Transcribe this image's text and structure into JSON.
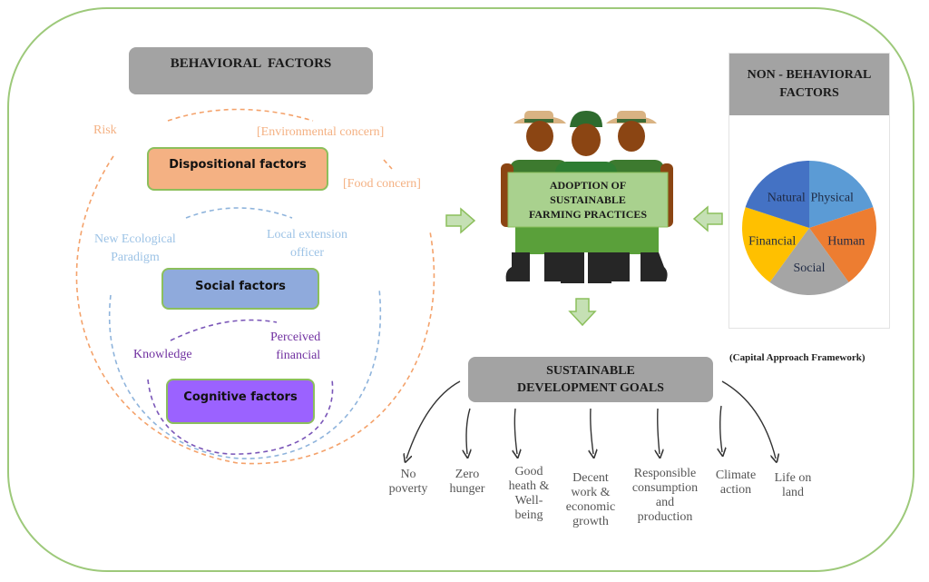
{
  "behavioral": {
    "title": "BEHAVIORAL  FACTORS",
    "dispositional": {
      "label": "Dispositional factors",
      "color": "#f4b183",
      "items": [
        "Risk",
        "[Environmental concern]",
        "[Food concern]"
      ],
      "item_color": "#f4b183"
    },
    "social": {
      "label": "Social factors",
      "color": "#8faadc",
      "items": [
        "New Ecological\nParadigm",
        "Local extension\nofficer"
      ],
      "item_color": "#9dc3e6"
    },
    "cognitive": {
      "label": "Cognitive factors",
      "color": "#9b62ff",
      "items": [
        "Knowledge",
        "Perceived\nfinancial"
      ],
      "item_color": "#7030a0"
    }
  },
  "center": {
    "label_line1": "ADOPTION OF",
    "label_line2": "SUSTAINABLE",
    "label_line3": "FARMING PRACTICES",
    "sign_color": "#a9d18e"
  },
  "non_behavioral": {
    "title_line1": "NON - BEHAVIORAL",
    "title_line2": "FACTORS",
    "caption": "(Capital Approach Framework)"
  },
  "chart_data": {
    "type": "pie",
    "title": "NON - BEHAVIORAL FACTORS",
    "categories": [
      "Physical",
      "Human",
      "Social",
      "Financial",
      "Natural"
    ],
    "values": [
      20,
      20,
      20,
      20,
      20
    ],
    "colors": [
      "#5b9bd5",
      "#ed7d31",
      "#a5a5a5",
      "#ffc000",
      "#4472c4"
    ],
    "legend": "none",
    "data_labels": "inside"
  },
  "sdg": {
    "title_line1": "SUSTAINABLE",
    "title_line2": "DEVELOPMENT GOALS",
    "goals": [
      "No\npoverty",
      "Zero\nhunger",
      "Good\nheath &\nWell-\nbeing",
      "Decent\nwork &\neconomic\ngrowth",
      "Responsible\nconsumption\nand\nproduction",
      "Climate\naction",
      "Life on\nland"
    ]
  },
  "colors": {
    "frame": "#9dc97a",
    "arrow_fill": "#c5e0b4",
    "arrow_stroke": "#8cbf5c",
    "dispositional_ring": "#f4a26b",
    "social_ring": "#8fb4dc",
    "cognitive_ring": "#7a56b8"
  }
}
